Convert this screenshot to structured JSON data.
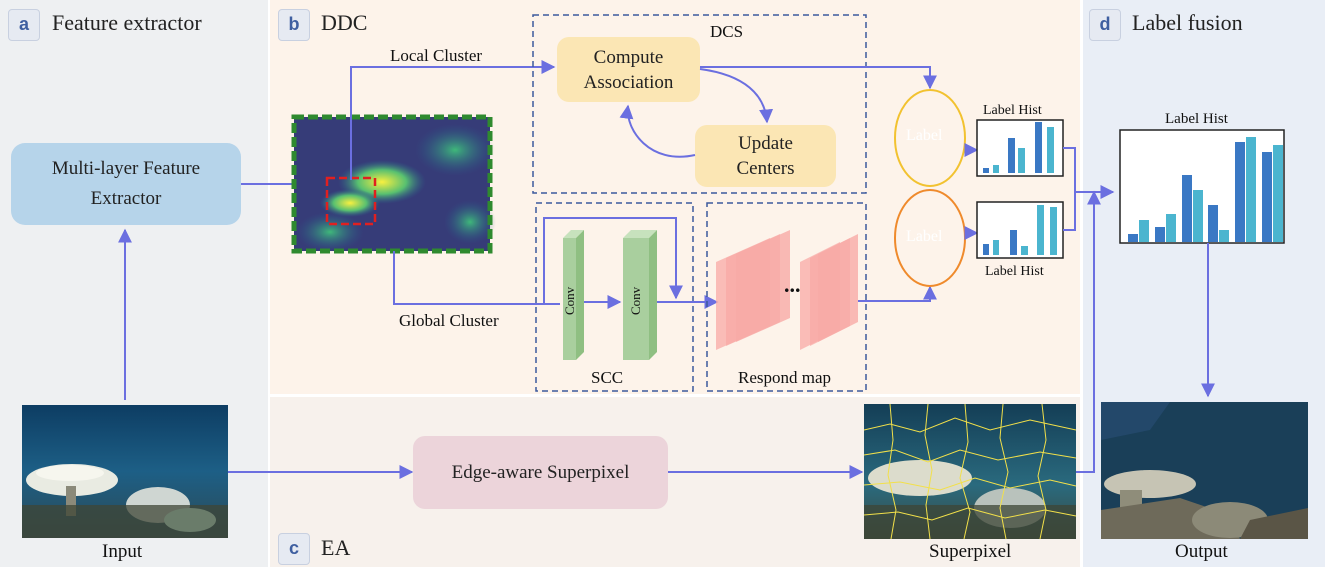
{
  "panels": {
    "a": {
      "badge": "a",
      "title": "Feature extractor"
    },
    "b": {
      "badge": "b",
      "title": "DDC"
    },
    "c": {
      "badge": "c",
      "title": "EA"
    },
    "d": {
      "badge": "d",
      "title": "Label fusion"
    }
  },
  "labels": {
    "feature_extractor": "Multi-layer Feature Extractor",
    "input": "Input",
    "local_cluster": "Local Cluster",
    "global_cluster": "Global Cluster",
    "dcs": "DCS",
    "compute_association": "Compute Association",
    "update_centers": "Update Centers",
    "conv": "Conv",
    "scc": "SCC",
    "respond_map": "Respond map",
    "ellipsis": "...",
    "label_node": "Label",
    "label_hist": "Label Hist",
    "edge_aware": "Edge-aware Superpixel",
    "superpixel": "Superpixel",
    "output": "Output"
  },
  "colors": {
    "panel_a_bg": "#eef0f2",
    "panel_b_bg": "#fdf3ea",
    "panel_c_bg": "#f7f1ec",
    "panel_d_bg": "#e9eef6",
    "arrow": "#6b6fe0",
    "extractor_box": "#b6d4ea",
    "dcs_box": "#fbe6b4",
    "conv_block": "#a9cf9e",
    "respond_map": "#f8aaa6",
    "superpixel_box": "#ecd4da",
    "ellipse_top": "#f2c230",
    "ellipse_bottom": "#ef8a2c",
    "hist_dark": "#3a78c4",
    "hist_light": "#4bb5cf",
    "feature_border": "#2f8a2f",
    "roi_border": "#e02020"
  }
}
